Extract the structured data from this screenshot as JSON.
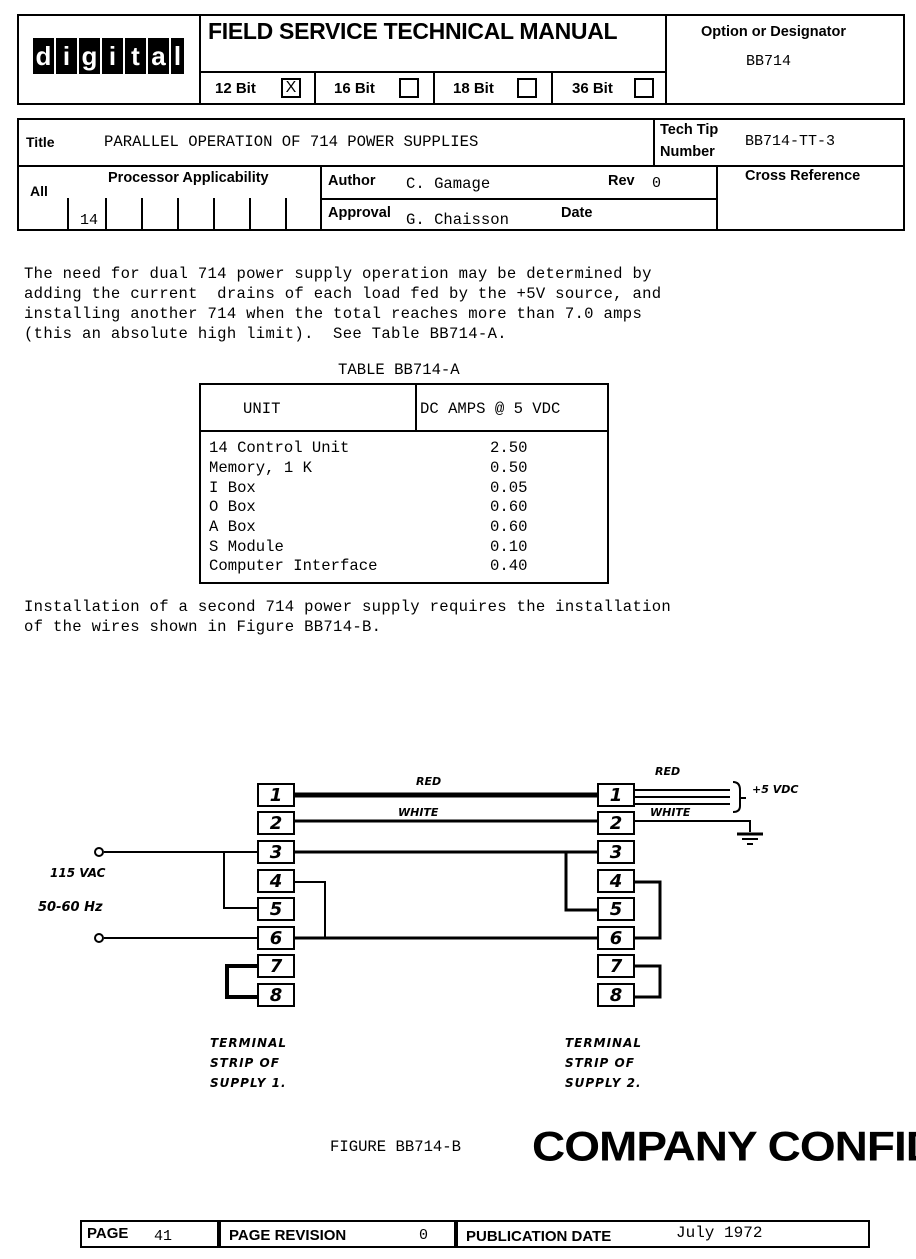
{
  "header": {
    "logo_letters": [
      "d",
      "i",
      "g",
      "i",
      "t",
      "a",
      "l"
    ],
    "manual_title": "FIELD SERVICE TECHNICAL MANUAL",
    "bits": [
      {
        "label": "12 Bit",
        "mark": "X"
      },
      {
        "label": "16 Bit",
        "mark": ""
      },
      {
        "label": "18 Bit",
        "mark": ""
      },
      {
        "label": "36 Bit",
        "mark": ""
      }
    ],
    "option_label": "Option or Designator",
    "option_value": "BB714"
  },
  "info": {
    "title_label": "Title",
    "title_value": "PARALLEL OPERATION OF 714 POWER SUPPLIES",
    "tech_tip_label_1": "Tech Tip",
    "tech_tip_label_2": "Number",
    "tech_tip_value": "BB714-TT-3",
    "all_label": "All",
    "processor_label": "Processor Applicability",
    "processor_first": "14",
    "author_label": "Author",
    "author_value": "C. Gamage",
    "rev_label": "Rev",
    "rev_value": "0",
    "cross_ref_label": "Cross Reference",
    "approval_label": "Approval",
    "approval_value": "G. Chaisson",
    "date_label": "Date"
  },
  "paragraph1": [
    "The need for dual 714 power supply operation may be determined by",
    "adding the current  drains of each load fed by the +5V source, and",
    "installing another 714 when the total reaches more than 7.0 amps",
    "(this an absolute high limit).  See Table BB714-A."
  ],
  "table": {
    "caption": "TABLE BB714-A",
    "col_unit": "UNIT",
    "col_amps": "DC AMPS @ 5 VDC",
    "rows": [
      {
        "unit": "14 Control Unit",
        "amps": "2.50"
      },
      {
        "unit": "Memory, 1 K",
        "amps": "0.50"
      },
      {
        "unit": "I Box",
        "amps": "0.05"
      },
      {
        "unit": "O Box",
        "amps": "0.60"
      },
      {
        "unit": "A Box",
        "amps": "0.60"
      },
      {
        "unit": "S Module",
        "amps": "0.10"
      },
      {
        "unit": "Computer Interface",
        "amps": "0.40"
      }
    ]
  },
  "paragraph2": [
    "Installation of a second 714 power supply requires the installation",
    "of the wires shown in Figure BB714-B."
  ],
  "figure": {
    "terminals": [
      "1",
      "2",
      "3",
      "4",
      "5",
      "6",
      "7",
      "8"
    ],
    "wire_red_label": "RED",
    "wire_white_label": "WHITE",
    "red_out_label": "RED",
    "white_out_label": "WHITE",
    "plus5_label": "+5 VDC",
    "vac_label": "115 VAC",
    "hz_label": "50-60 Hz",
    "strip1_label": [
      "TERMINAL",
      "STRIP OF",
      "SUPPLY 1."
    ],
    "strip2_label": [
      "TERMINAL",
      "STRIP OF",
      "SUPPLY 2."
    ],
    "caption": "FIGURE BB714-B",
    "stamp": "COMPANY CONFIDENTIAL"
  },
  "footer": {
    "page_label": "PAGE",
    "page_value": "41",
    "page_rev_label": "PAGE REVISION",
    "page_rev_value": "0",
    "pub_date_label": "PUBLICATION DATE",
    "pub_date_value": "July 1972"
  }
}
